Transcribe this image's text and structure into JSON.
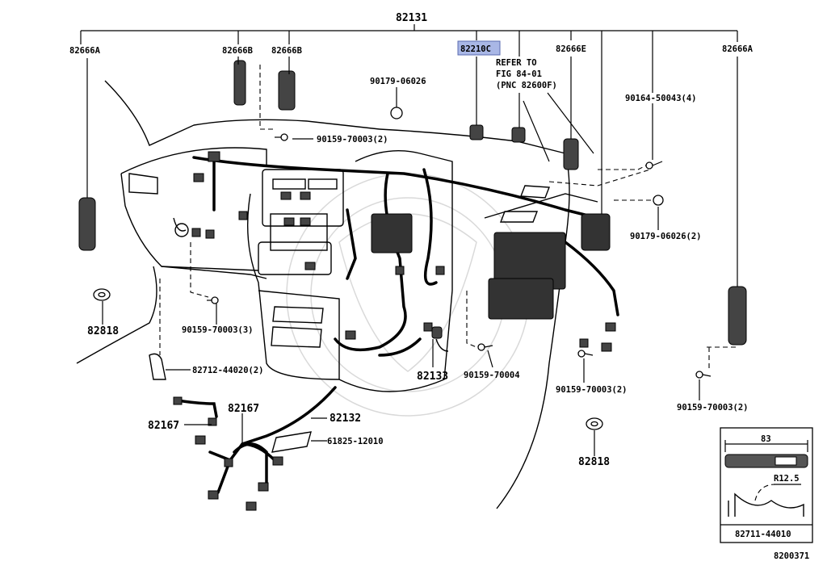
{
  "diagram": {
    "title_part": "82131",
    "highlight_color": "#a9b7e6",
    "labels": {
      "p82666A_left": "82666A",
      "p82666B_1": "82666B",
      "p82666B_2": "82666B",
      "p82210C": "82210C",
      "refer_line1": "REFER TO",
      "refer_line2": "FIG 84-01",
      "refer_line3": "(PNC 82600F)",
      "p82666E": "82666E",
      "p82666A_right": "82666A",
      "p90179_top": "90179-06026",
      "p90159_top": "90159-70003(2)",
      "p90164": "90164-50043(4)",
      "p90179_right": "90179-06026(2)",
      "p82818_left": "82818",
      "p90159_mid": "90159-70003(3)",
      "p82712": "82712-44020(2)",
      "p82133": "82133",
      "p90159_70004": "90159-70004",
      "p90159_right": "90159-70003(2)",
      "p90159_farright": "90159-70003(2)",
      "p82167_a": "82167",
      "p82167_b": "82167",
      "p82132": "82132",
      "p61825": "61825-12010",
      "p82818_right": "82818"
    },
    "inset": {
      "dimension": "83",
      "radius": "R12.5",
      "part": "82711-44010"
    },
    "figure_id": "8200371"
  }
}
